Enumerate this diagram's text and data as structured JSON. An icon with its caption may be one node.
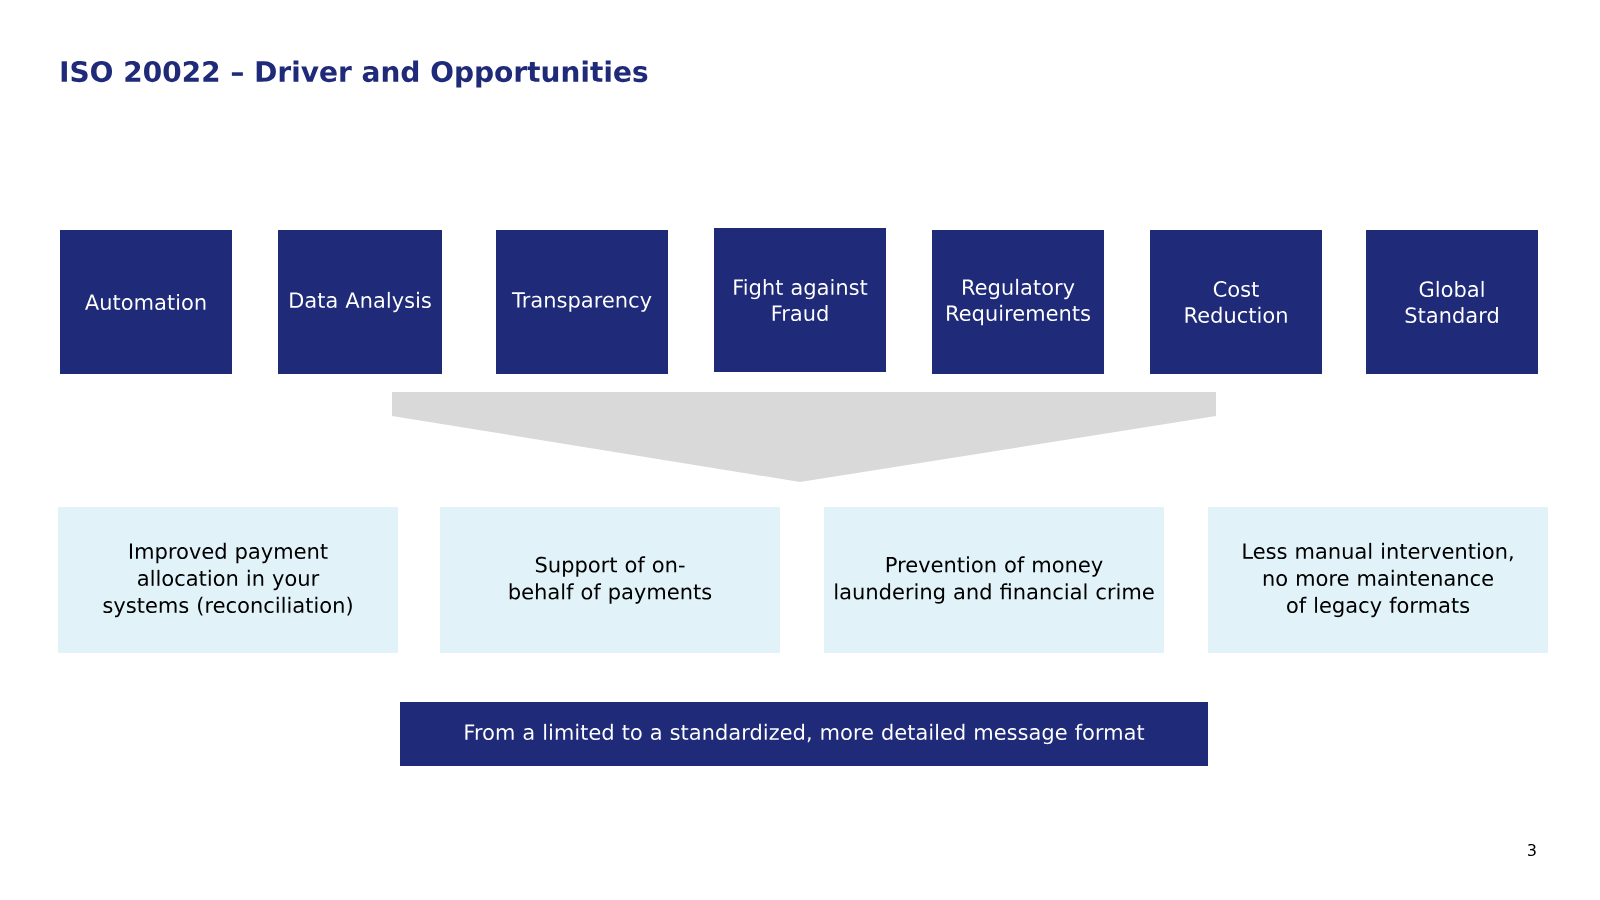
{
  "diagram": {
    "title": "ISO 20022 – Driver and Opportunities",
    "nodes": [
      {
        "text": [
          "Automation"
        ]
      },
      {
        "text": [
          "Data Analysis"
        ]
      },
      {
        "text": [
          "Transparency"
        ]
      },
      {
        "text": [
          "Fight against Fraud"
        ]
      },
      {
        "text": [
          "Regulatory Requirements"
        ]
      },
      {
        "text": [
          "Cost Reduction"
        ]
      },
      {
        "text": [
          "Global Standard"
        ]
      },
      {
        "text": [
          "Improved payment allocation in your systems (reconciliation)"
        ]
      },
      {
        "text": [
          "Support of on-behalf of payments"
        ]
      },
      {
        "text": [
          "Prevention of money laundering and financial crime"
        ]
      },
      {
        "text": [
          "Less manual intervention, no more maintenance of legacy formats"
        ]
      },
      {
        "text": [
          "From a limited to a standardized, more detailed message format"
        ]
      }
    ],
    "labels": [
      "3"
    ]
  }
}
